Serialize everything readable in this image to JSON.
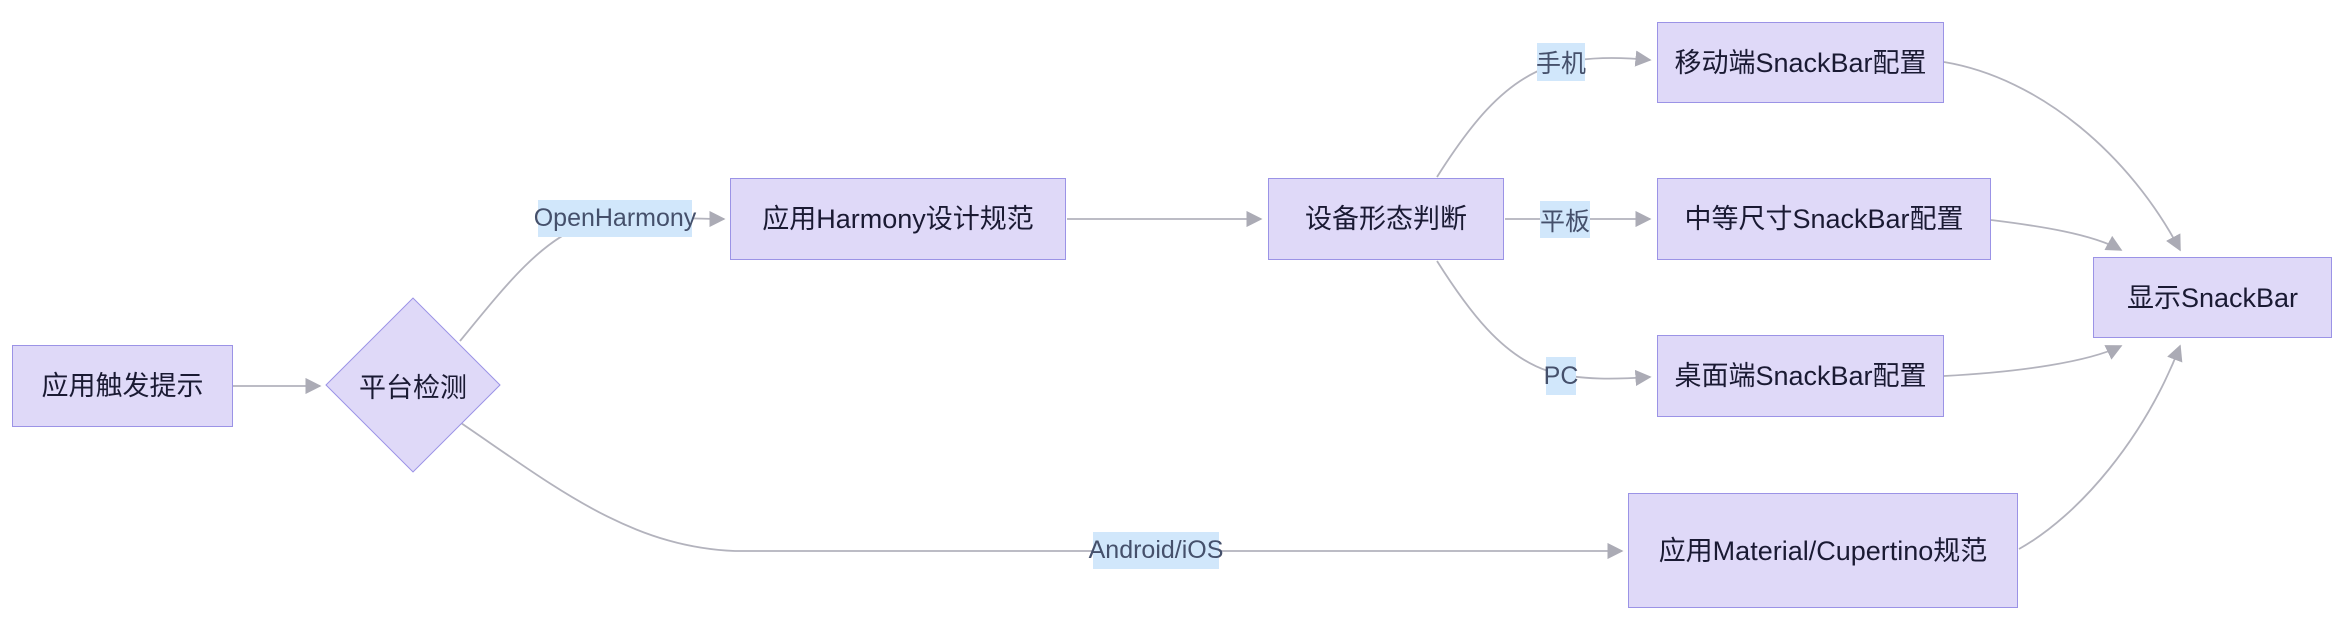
{
  "diagram": {
    "type": "flowchart",
    "direction": "left-to-right",
    "nodes": [
      {
        "id": "trigger",
        "shape": "rect",
        "label": "应用触发提示"
      },
      {
        "id": "platform-check",
        "shape": "diamond",
        "label": "平台检测"
      },
      {
        "id": "harmony-spec",
        "shape": "rect",
        "label": "应用Harmony设计规范"
      },
      {
        "id": "device-form",
        "shape": "rect",
        "label": "设备形态判断"
      },
      {
        "id": "mobile-config",
        "shape": "rect",
        "label": "移动端SnackBar配置"
      },
      {
        "id": "medium-config",
        "shape": "rect",
        "label": "中等尺寸SnackBar配置"
      },
      {
        "id": "desktop-config",
        "shape": "rect",
        "label": "桌面端SnackBar配置"
      },
      {
        "id": "material-spec",
        "shape": "rect",
        "label": "应用Material/Cupertino规范"
      },
      {
        "id": "show-snackbar",
        "shape": "rect",
        "label": "显示SnackBar"
      }
    ],
    "edges": [
      {
        "from": "应用触发提示",
        "to": "平台检测",
        "label": ""
      },
      {
        "from": "平台检测",
        "to": "应用Harmony设计规范",
        "label": "OpenHarmony"
      },
      {
        "from": "应用Harmony设计规范",
        "to": "设备形态判断",
        "label": ""
      },
      {
        "from": "设备形态判断",
        "to": "移动端SnackBar配置",
        "label": "手机"
      },
      {
        "from": "设备形态判断",
        "to": "中等尺寸SnackBar配置",
        "label": "平板"
      },
      {
        "from": "设备形态判断",
        "to": "桌面端SnackBar配置",
        "label": "PC"
      },
      {
        "from": "移动端SnackBar配置",
        "to": "显示SnackBar",
        "label": ""
      },
      {
        "from": "中等尺寸SnackBar配置",
        "to": "显示SnackBar",
        "label": ""
      },
      {
        "from": "桌面端SnackBar配置",
        "to": "显示SnackBar",
        "label": ""
      },
      {
        "from": "应用Material/Cupertino规范",
        "to": "显示SnackBar",
        "label": ""
      },
      {
        "from": "平台检测",
        "to": "应用Material/Cupertino规范",
        "label": "Android/iOS"
      }
    ],
    "colors": {
      "canvas_bg": "#ffffff",
      "node_fill": "#dfd9f8",
      "node_border": "#9b93e6",
      "node_text": "#1a1a33",
      "edge_line": "#b3b3bd",
      "arrow_fill": "#ababb5",
      "label_bg": "#d1e7fb",
      "label_text": "#45506b"
    }
  }
}
